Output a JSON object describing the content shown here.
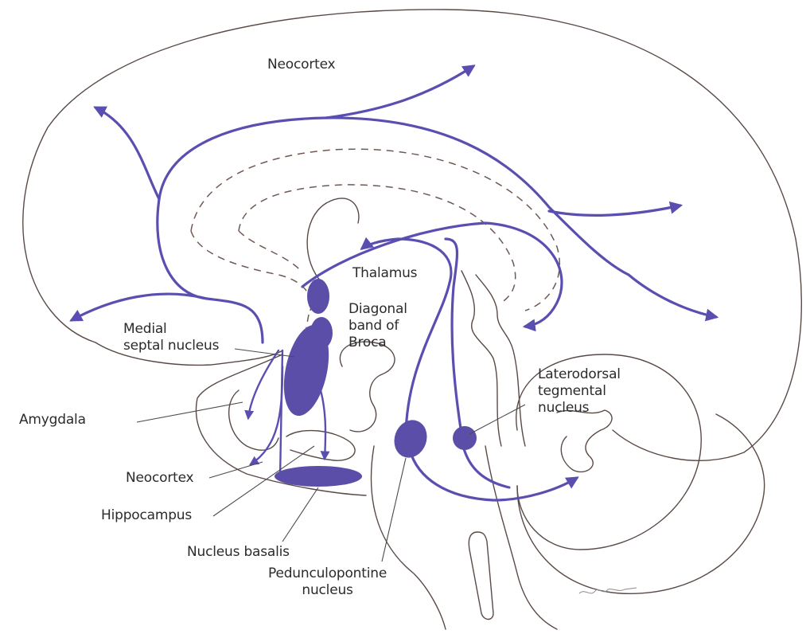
{
  "colors": {
    "pathway": "#5a4fb0",
    "nucleus_fill": "#5b4ea8",
    "outline": "#5a4a46",
    "label_text": "#2b2b2b",
    "background": "#ffffff"
  },
  "labels": {
    "neocortex_top": "Neocortex",
    "thalamus": "Thalamus",
    "diagonal_band": [
      "Diagonal",
      "band of",
      "Broca"
    ],
    "medial_septal": [
      "Medial",
      "septal nucleus"
    ],
    "amygdala": "Amygdala",
    "neocortex_bottom": "Neocortex",
    "hippocampus": "Hippocampus",
    "nucleus_basalis": "Nucleus basalis",
    "pedunculopontine": [
      "Pedunculopontine",
      "nucleus"
    ],
    "laterodorsal": [
      "Laterodorsal",
      "tegmental",
      "nucleus"
    ]
  }
}
